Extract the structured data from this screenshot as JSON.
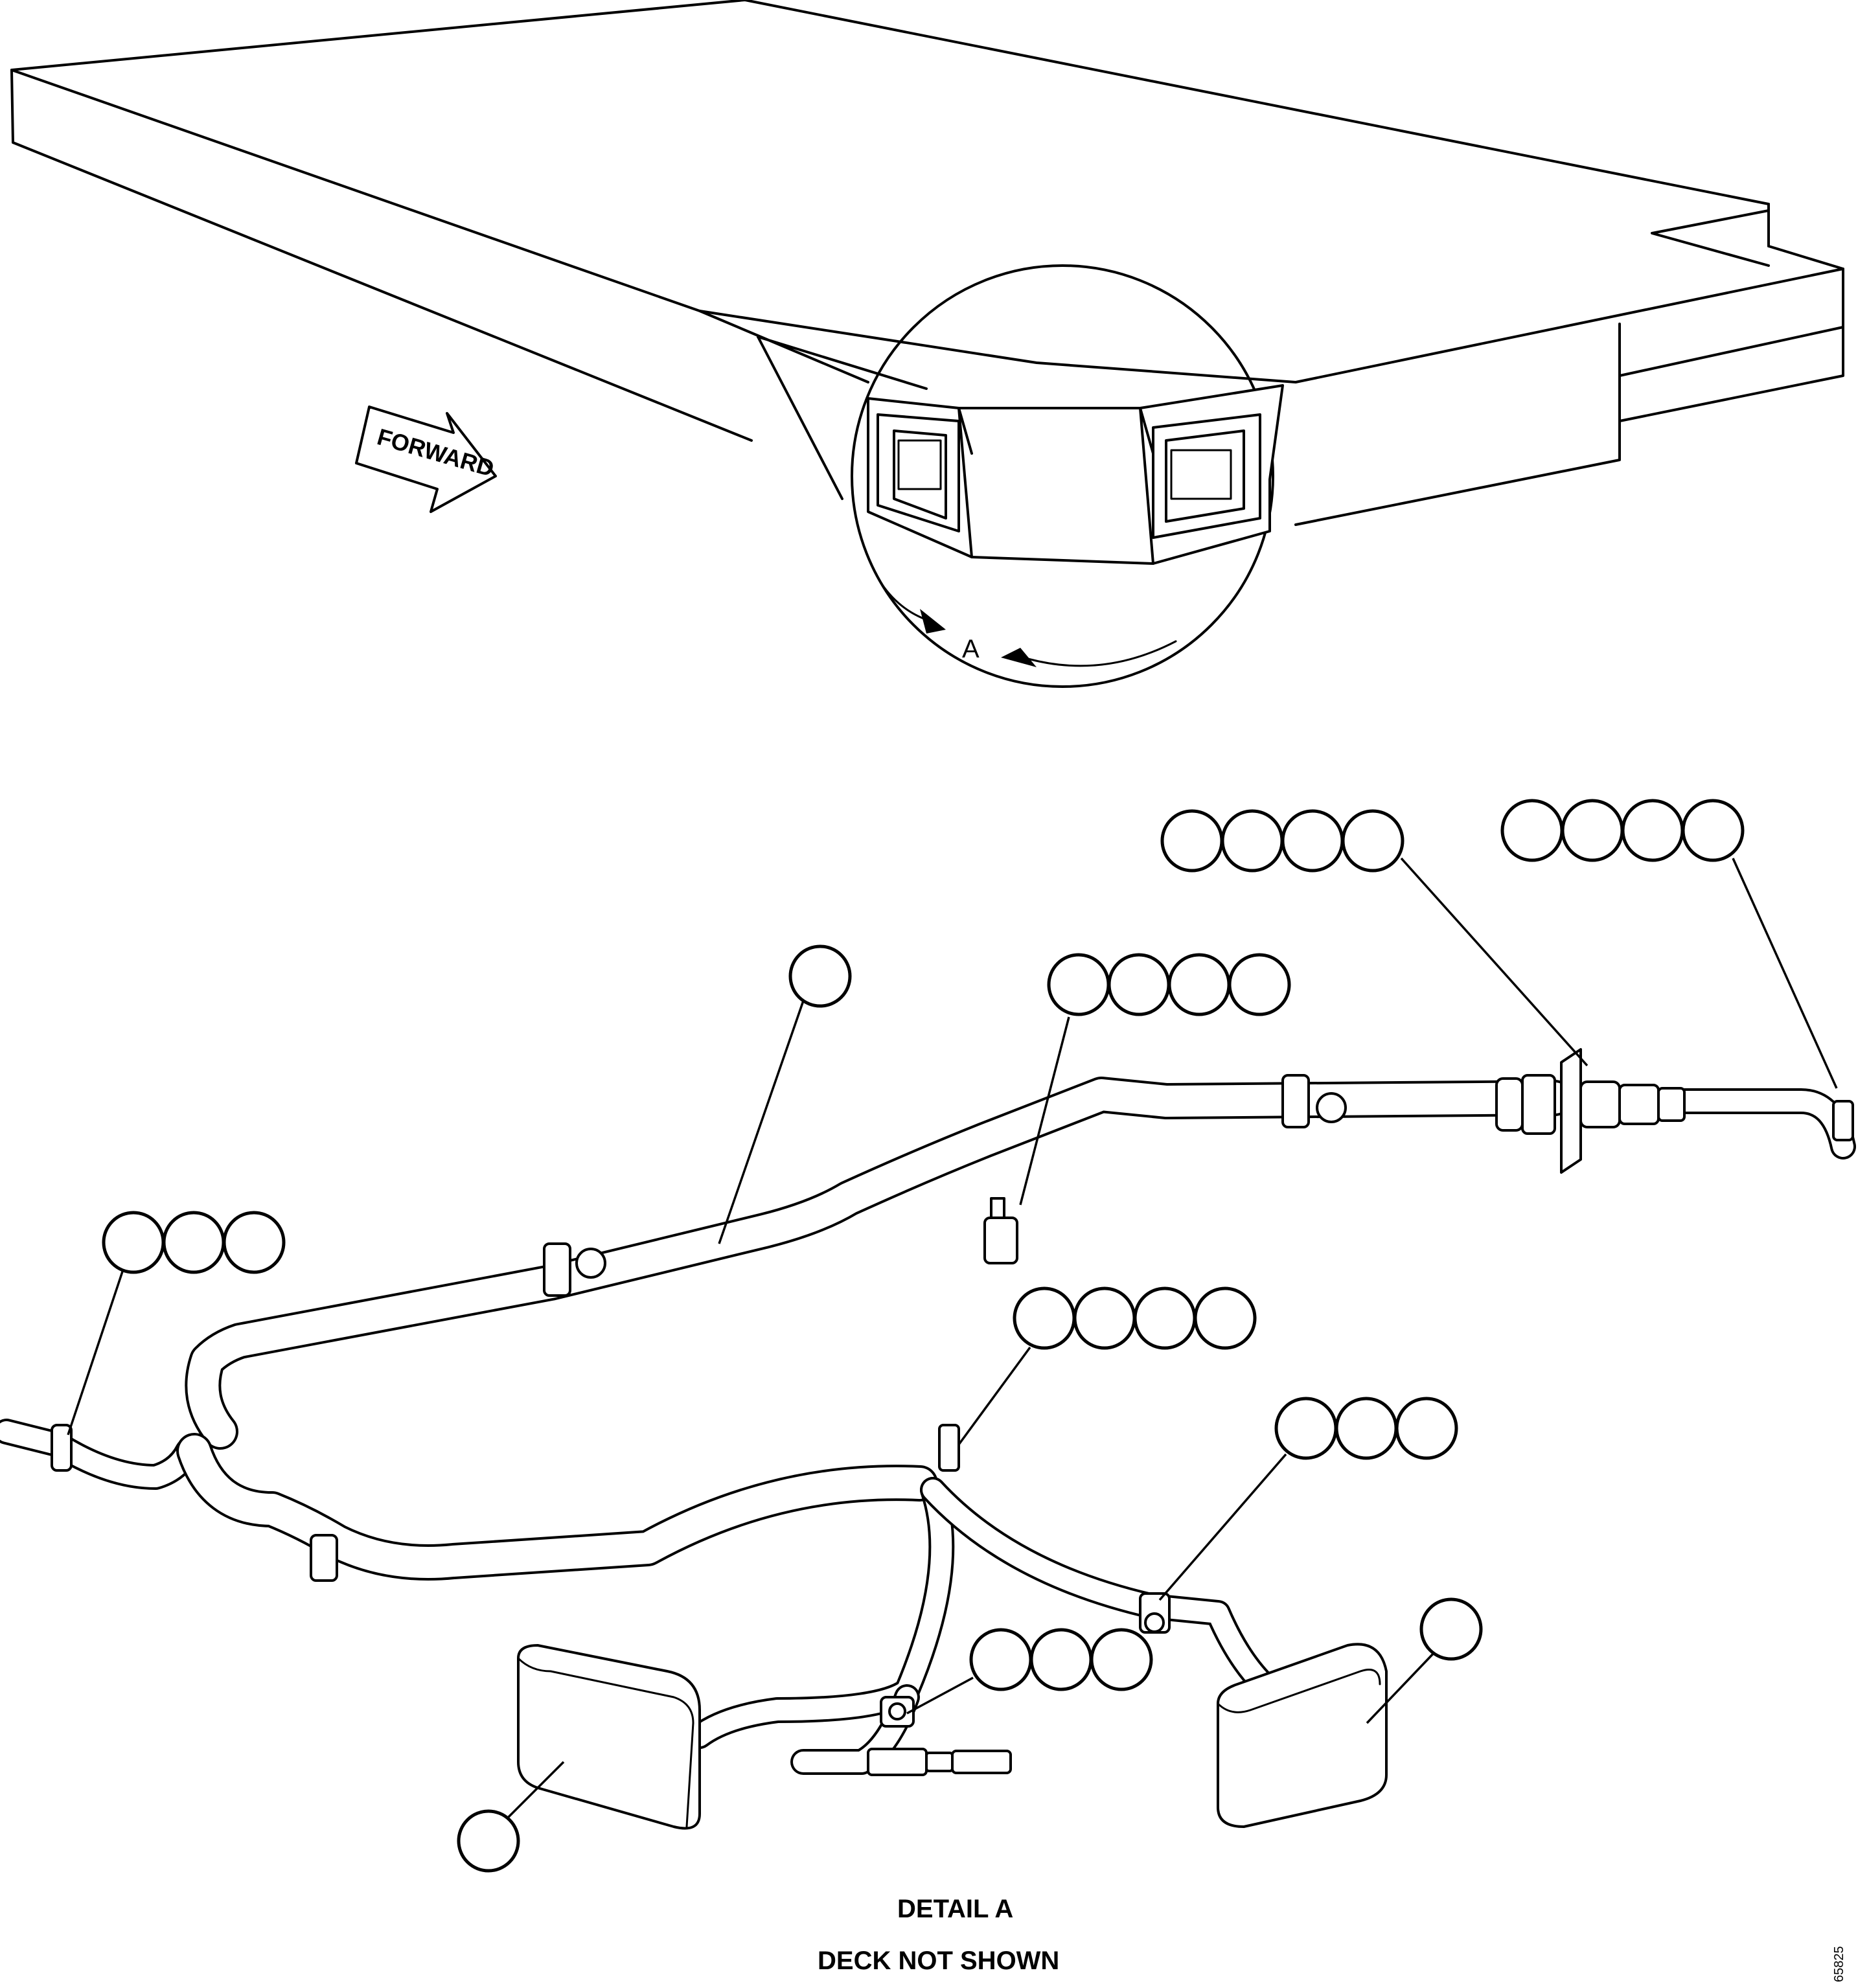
{
  "figure": {
    "forward_label": "FORWARD",
    "detail_ref_label": "A",
    "detail_title": "DETAIL A",
    "detail_note": "DECK NOT SHOWN",
    "figure_number": "65825"
  },
  "callout_groups": [
    {
      "id": "connector-top-left",
      "bubbles": 4
    },
    {
      "id": "connector-top-right",
      "bubbles": 4
    },
    {
      "id": "clamp-mid",
      "bubbles": 4
    },
    {
      "id": "harness-main",
      "bubbles": 1
    },
    {
      "id": "clamp-left",
      "bubbles": 3
    },
    {
      "id": "clamp-center",
      "bubbles": 4
    },
    {
      "id": "clamp-right",
      "bubbles": 3
    },
    {
      "id": "clamp-lower",
      "bubbles": 3
    },
    {
      "id": "light-right",
      "bubbles": 1
    },
    {
      "id": "light-left",
      "bubbles": 1
    }
  ],
  "icons": [
    "forward-arrow-icon",
    "detail-arrow-icon"
  ]
}
